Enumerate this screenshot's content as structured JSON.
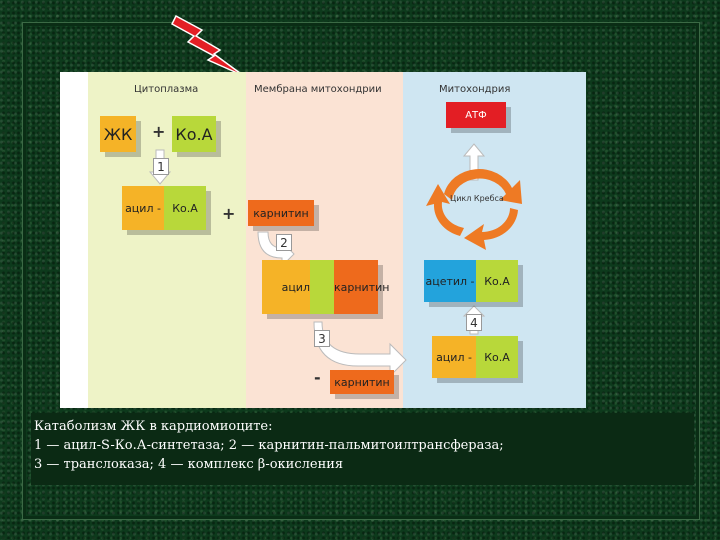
{
  "zones": {
    "cytoplasm": "Цитоплазма",
    "membrane": "Мембрана митохондрии",
    "mitochondria": "Митохондрия"
  },
  "boxes": {
    "fa": "ЖК",
    "coa": "Ко.А",
    "acyl": "ацил -",
    "acyl_coa": "Ко.А",
    "carnitine": "карнитин",
    "acylcarnitine_a": "ацил",
    "acylcarnitine_b": "карнитин",
    "atp": "АТФ",
    "krebs": "Цикл Кребса",
    "acetyl": "ацетил -",
    "acetyl_coa": "Ко.А",
    "acyl2": "ацил -",
    "acyl2_coa": "Ко.А",
    "carnitine_out": "карнитин"
  },
  "symbols": {
    "plus1": "+",
    "plus2": "+",
    "minus": "-"
  },
  "steps": [
    "1",
    "2",
    "3",
    "4"
  ],
  "caption": {
    "line1": "Катаболизм ЖК в кардиомиоците:",
    "line2": "1 — ацил-S-Ко.А-синтетаза; 2 — карнитин-пальмитоилтрансфераза;",
    "line3": "3 — транслоказа; 4 — комплекс β-окисления"
  },
  "colors": {
    "fatty_acid": "#f5b327",
    "coa": "#b8d83a",
    "carnitine": "#ee6a1c",
    "atp": "#e31e24",
    "acetyl": "#23a3dc",
    "lightning": "#e31e24"
  }
}
